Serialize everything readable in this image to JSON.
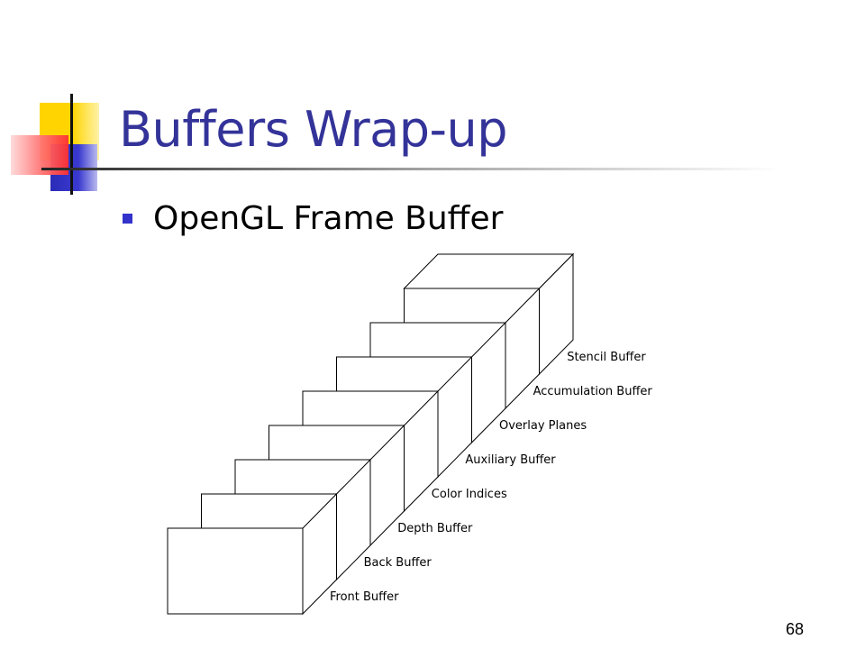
{
  "slide": {
    "title": "Buffers Wrap-up",
    "bullet": "OpenGL Frame Buffer",
    "page_number": "68"
  },
  "colors": {
    "title": "#333399",
    "bullet": "#3333cc",
    "accent_yellow": "#ffd400",
    "accent_blue": "#2b2bb8",
    "accent_red": "#ff3030"
  },
  "diagram": {
    "buffers": [
      "Front Buffer",
      "Back Buffer",
      "Depth Buffer",
      "Color Indices",
      "Auxiliary Buffer",
      "Overlay Planes",
      "Accumulation Buffer",
      "Stencil Buffer"
    ]
  }
}
